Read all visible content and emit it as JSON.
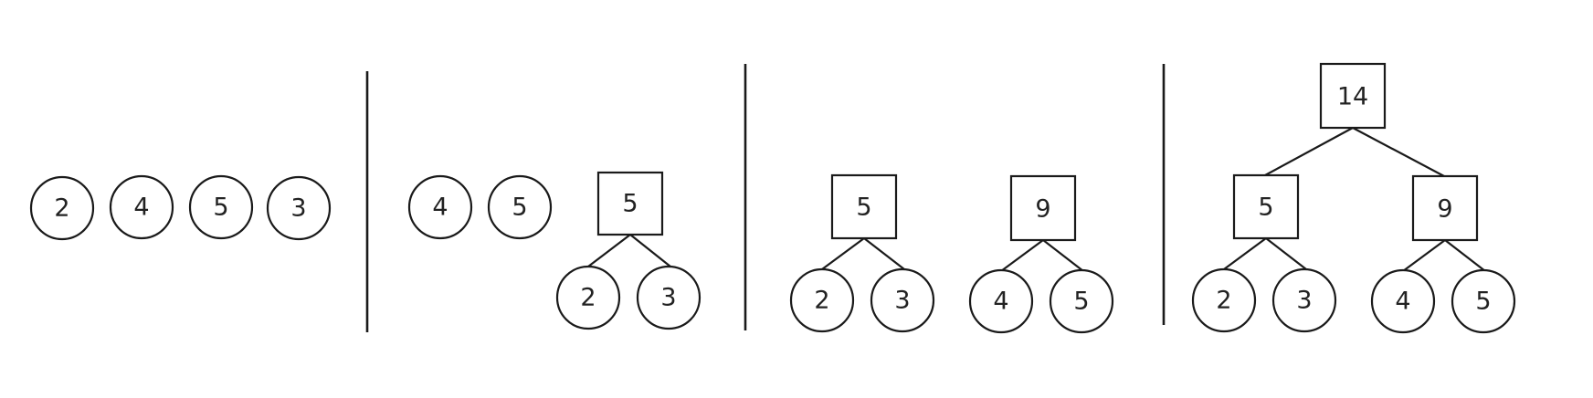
{
  "stages": [
    {
      "roots": [
        {
          "value": "2",
          "kind": "leaf"
        },
        {
          "value": "4",
          "kind": "leaf"
        },
        {
          "value": "5",
          "kind": "leaf"
        },
        {
          "value": "3",
          "kind": "leaf"
        }
      ]
    },
    {
      "roots": [
        {
          "value": "4",
          "kind": "leaf"
        },
        {
          "value": "5",
          "kind": "leaf"
        },
        {
          "value": "5",
          "kind": "internal",
          "children": [
            {
              "value": "2",
              "kind": "leaf"
            },
            {
              "value": "3",
              "kind": "leaf"
            }
          ]
        }
      ]
    },
    {
      "roots": [
        {
          "value": "5",
          "kind": "internal",
          "children": [
            {
              "value": "2",
              "kind": "leaf"
            },
            {
              "value": "3",
              "kind": "leaf"
            }
          ]
        },
        {
          "value": "9",
          "kind": "internal",
          "children": [
            {
              "value": "4",
              "kind": "leaf"
            },
            {
              "value": "5",
              "kind": "leaf"
            }
          ]
        }
      ]
    },
    {
      "roots": [
        {
          "value": "14",
          "kind": "internal",
          "children": [
            {
              "value": "5",
              "kind": "internal",
              "children": [
                {
                  "value": "2",
                  "kind": "leaf"
                },
                {
                  "value": "3",
                  "kind": "leaf"
                }
              ]
            },
            {
              "value": "9",
              "kind": "internal",
              "children": [
                {
                  "value": "4",
                  "kind": "leaf"
                },
                {
                  "value": "5",
                  "kind": "leaf"
                }
              ]
            }
          ]
        }
      ]
    }
  ]
}
